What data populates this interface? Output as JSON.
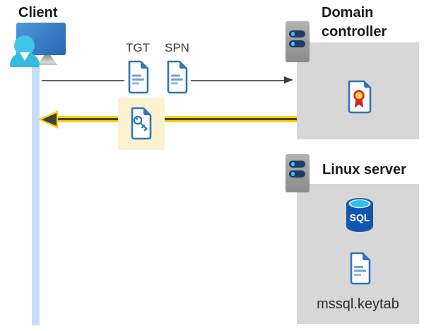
{
  "client": {
    "label": "Client"
  },
  "flow": {
    "tgt_label": "TGT",
    "spn_label": "SPN"
  },
  "domain_controller": {
    "label": "Domain controller"
  },
  "linux_server": {
    "label": "Linux server",
    "sql_badge": "SQL",
    "keytab_filename": "mssql.keytab"
  },
  "icons": {
    "client": "user-at-computer-icon",
    "lifeline": "client-lifeline-bar",
    "request_arrow": "gray-right-arrow",
    "response_arrow": "yellow-highlighted-left-arrow",
    "tgt": "document-icon",
    "spn": "document-icon",
    "ticket": "key-ticket-document-icon",
    "domain_controller": "server-icon",
    "certificate": "certificate-document-icon",
    "linux_server": "server-icon",
    "database": "sql-database-cylinder-icon",
    "keytab": "document-icon"
  },
  "colors": {
    "doc_blue": "#2e75b6",
    "doc_line_blue": "#6d9fd4",
    "zone_gray": "#d7d7d7",
    "highlight_yellow": "#fbf3cf",
    "arrow_yellow": "#ffd103",
    "arrow_dark": "#404040",
    "lifeline_blue": "#c6dcf8",
    "person_cyan": "#41c6e8",
    "monitor_blue": "#3c82c8",
    "sql_blue": "#1157b0",
    "sql_cyan": "#2ec2e8",
    "cert_red": "#cf2b24",
    "cert_gold": "#ffd23e",
    "server_bar_navy": "#1e3a66"
  }
}
